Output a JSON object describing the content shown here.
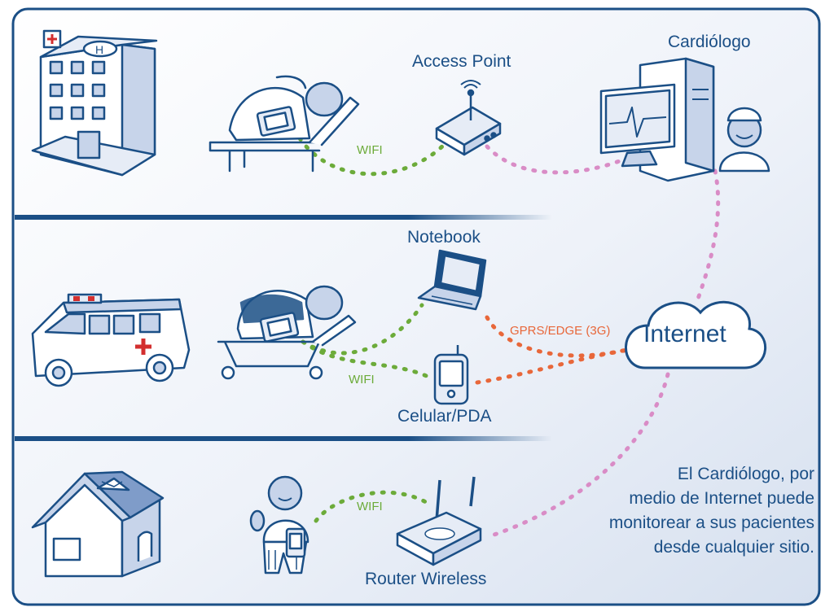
{
  "labels": {
    "access_point": "Access Point",
    "cardiologist": "Cardiólogo",
    "notebook": "Notebook",
    "cellular": "Celular/PDA",
    "router": "Router Wireless",
    "internet": "Internet",
    "wifi_hospital": "WIFI",
    "wifi_ambulance": "WIFI",
    "wifi_home": "WIFI",
    "gprs": "GPRS/EDGE (3G)"
  },
  "caption": {
    "line1": "El Cardiólogo, por",
    "line2": "medio de Internet puede",
    "line3": "monitorear a sus pacientes",
    "line4": "desde cualquier sitio."
  },
  "colors": {
    "primary": "#1b4f86",
    "wifi": "#6cab3a",
    "gprs": "#e8673a",
    "internet_link": "#d98cc6",
    "panel_bg": "#e6ecf6"
  },
  "icons": {
    "hospital": "hospital-building-icon",
    "ambulance": "ambulance-icon",
    "house": "house-icon",
    "patient_bed": "patient-on-bed-icon",
    "patient_stretcher": "patient-on-stretcher-icon",
    "patient_standing": "standing-patient-icon",
    "access_point": "access-point-icon",
    "computer": "computer-monitor-icon",
    "doctor": "doctor-icon",
    "notebook": "notebook-icon",
    "phone": "cellphone-icon",
    "router": "wireless-router-icon",
    "cloud": "internet-cloud-icon"
  }
}
